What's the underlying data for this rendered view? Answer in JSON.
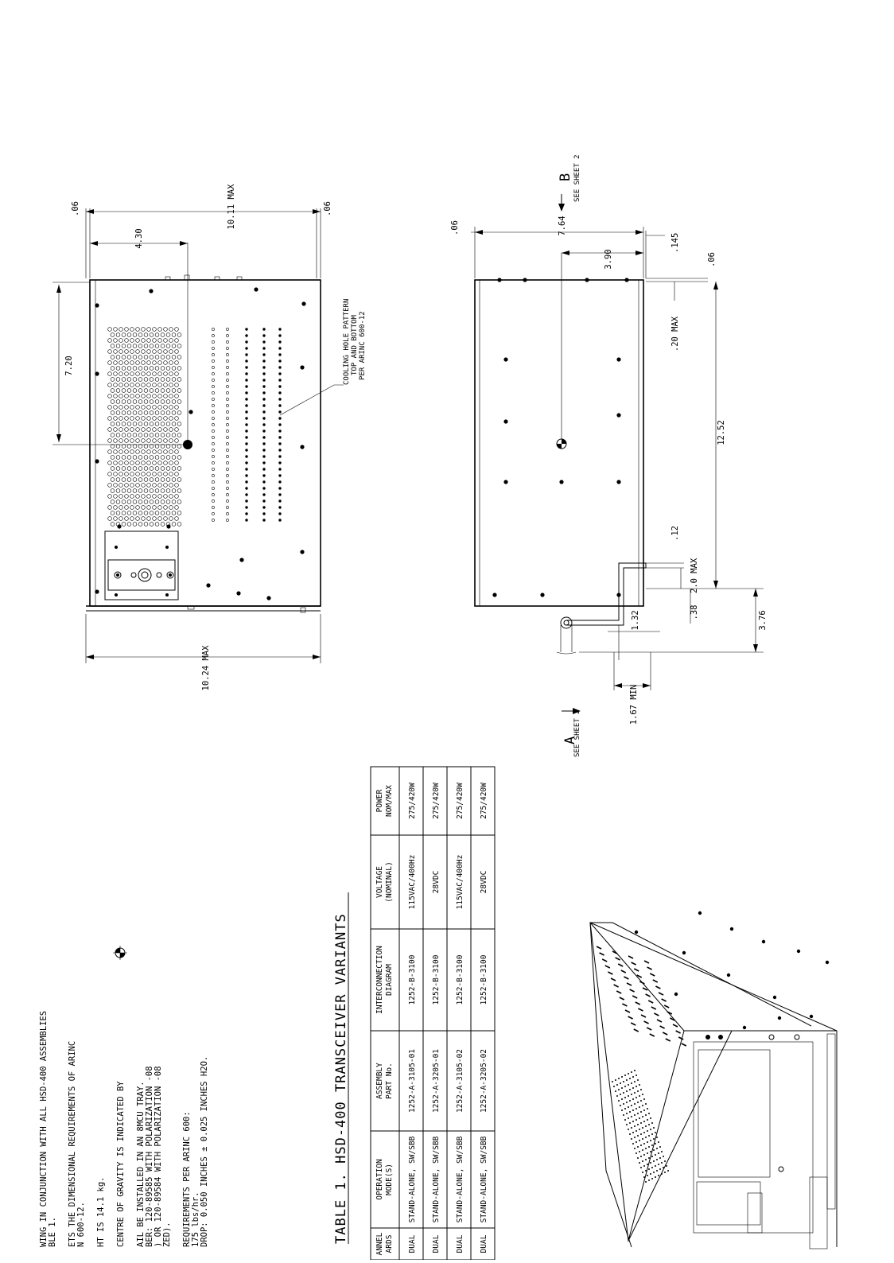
{
  "notes": {
    "lines": [
      "WING IN CONJUNCTION WITH ALL HSD-400 ASSEMBLIES",
      "BLE 1.",
      "ETS THE DIMENSIONAL REQUIREMENTS OF ARINC",
      "N 600-12.",
      "HT IS 14.1 kg.",
      "CENTRE OF GRAVITY IS INDICATED BY",
      "AIL BE INSTALLED IN AN 8MCU TRAY.",
      "BER: 120-89585 WITH POLARIZATION -08",
      ") OR 120-89584 WITH POLARIZATION -08",
      "ZED).",
      "REQUIREMENTS PER ARINC 600:",
      "175 lbs/hr.",
      "DROP: 0.050 INCHES ± 0.025 INCHES H2O."
    ]
  },
  "table": {
    "title": "TABLE 1. HSD-400 TRANSCEIVER VARIANTS",
    "headers": [
      [
        "ANNEL",
        "ARDS"
      ],
      [
        "OPERATION",
        "MODE(S)"
      ],
      [
        "ASSEMBLY",
        "PART No."
      ],
      [
        "INTERCONNECTION",
        "DIAGRAM"
      ],
      [
        "VOLTAGE",
        "(NOMINAL)"
      ],
      [
        "POWER",
        "NOM/MAX"
      ]
    ],
    "rows": [
      [
        "DUAL",
        "STAND-ALONE, SW/SBB",
        "1252-A-3105-01",
        "1252-B-3100",
        "115VAC/400Hz",
        "275/420W"
      ],
      [
        "DUAL",
        "STAND-ALONE, SW/SBB",
        "1252-A-3205-01",
        "1252-B-3100",
        "28VDC",
        "275/420W"
      ],
      [
        "DUAL",
        "STAND-ALONE, SW/SBB",
        "1252-A-3105-02",
        "1252-B-3100",
        "115VAC/400Hz",
        "275/420W"
      ],
      [
        "DUAL",
        "STAND-ALONE, SW/SBB",
        "1252-A-3205-02",
        "1252-B-3100",
        "28VDC",
        "275/420W"
      ]
    ]
  },
  "top_view": {
    "dims": {
      "edge_top": ".06",
      "edge_bottom": ".06",
      "cg_offset": "4.30",
      "overall_max": "10.11 MAX",
      "cg_span": "7.20",
      "width_max": "10.24 MAX"
    },
    "callout": [
      "COOLING HOLE PATTERN",
      "TOP AND BOTTOM",
      "PER ARINC 600-12"
    ]
  },
  "side_view": {
    "dims": {
      "edge": ".06",
      "height": "7.64",
      "cg_height": "3.90",
      "lip": ".145",
      "right_edge": ".06",
      "offset_max": ".20 MAX",
      "length": "12.52",
      "tab": ".12",
      "gap": ".38",
      "handle_max": "2.0 MAX",
      "handle_len": "3.76",
      "handle_w": "1.32",
      "handle_min": "1.67 MIN"
    },
    "view_b": "B",
    "view_a": "A",
    "see_sheet": "SEE SHEET 2"
  }
}
